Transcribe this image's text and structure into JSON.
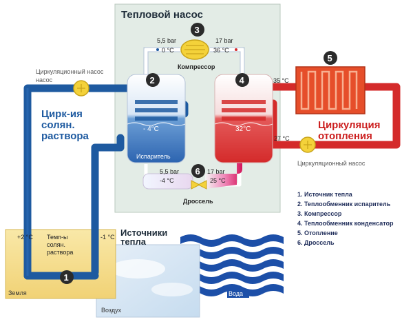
{
  "title": "Тепловой насос",
  "compressor": {
    "label": "Компрессор",
    "pressure_left": "5,5 bar",
    "pressure_right": "17 bar",
    "temp_left": "0 °C",
    "temp_right": "36 °C"
  },
  "throttle": {
    "label": "Дроссель",
    "pressure_left": "5,5 bar",
    "pressure_right": "17 bar",
    "temp_left": "-4 °C",
    "temp_right": "25 °C"
  },
  "evaporator": {
    "label": "Испаритель",
    "temp": "- 4°C"
  },
  "condenser": {
    "temp": "32°C"
  },
  "brine_pump_label": "Циркуляционный насос",
  "heating_pump_label": "Циркуляционный насос",
  "brine_circuit_label": [
    "Цирк-ия",
    "солян.",
    "раствора"
  ],
  "heating_circuit_label": [
    "Циркуляция",
    "отопления"
  ],
  "heating_out_temp": "35 °C",
  "heating_return_temp": "27 °C",
  "sources_title": [
    "Источники",
    "тепла"
  ],
  "ground": {
    "label": "Земля",
    "temp_left": "+2 °C",
    "temp_right": "-1 °C",
    "brine_temp_label": [
      "Темп-ы",
      "солян.",
      "раствора"
    ]
  },
  "air_label": "Воздух",
  "water_label": "Вода",
  "numbers": [
    "1",
    "2",
    "3",
    "4",
    "5",
    "6"
  ],
  "legend": [
    "1. Источник тепла",
    "2. Теплообменник испаритель",
    "3. Компрессор",
    "4. Теплообменник конденсатор",
    "5. Отопление",
    "6. Дроссель"
  ],
  "colors": {
    "brine": "#1e5aa0",
    "heating": "#d42a2a",
    "pump": "#f4d23a",
    "number_circle": "#2b2b2b",
    "panel": "#e3ece6",
    "ground": "#f4dc8a",
    "water": "#1c4fa8"
  }
}
